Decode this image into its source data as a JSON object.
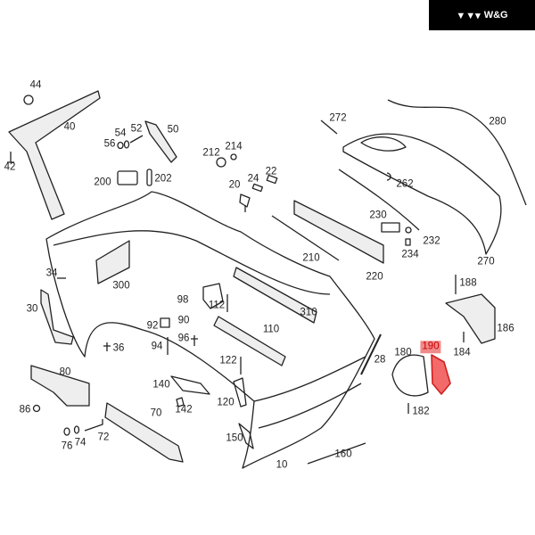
{
  "logo": {
    "icon": "triple-chevron-logo-icon",
    "text": "W&G"
  },
  "highlight_color": "#e03030",
  "highlighted_part": "190",
  "callouts": [
    {
      "id": "44"
    },
    {
      "id": "40"
    },
    {
      "id": "42"
    },
    {
      "id": "54"
    },
    {
      "id": "52"
    },
    {
      "id": "50"
    },
    {
      "id": "56"
    },
    {
      "id": "212"
    },
    {
      "id": "214"
    },
    {
      "id": "200"
    },
    {
      "id": "202"
    },
    {
      "id": "20"
    },
    {
      "id": "24"
    },
    {
      "id": "22"
    },
    {
      "id": "272"
    },
    {
      "id": "280"
    },
    {
      "id": "262"
    },
    {
      "id": "230"
    },
    {
      "id": "232"
    },
    {
      "id": "234"
    },
    {
      "id": "210"
    },
    {
      "id": "220"
    },
    {
      "id": "270"
    },
    {
      "id": "188"
    },
    {
      "id": "34"
    },
    {
      "id": "300"
    },
    {
      "id": "98"
    },
    {
      "id": "112"
    },
    {
      "id": "310"
    },
    {
      "id": "30"
    },
    {
      "id": "92"
    },
    {
      "id": "90"
    },
    {
      "id": "110"
    },
    {
      "id": "186"
    },
    {
      "id": "36"
    },
    {
      "id": "94"
    },
    {
      "id": "96"
    },
    {
      "id": "184"
    },
    {
      "id": "190"
    },
    {
      "id": "180"
    },
    {
      "id": "28"
    },
    {
      "id": "122"
    },
    {
      "id": "80"
    },
    {
      "id": "140"
    },
    {
      "id": "142"
    },
    {
      "id": "120"
    },
    {
      "id": "86"
    },
    {
      "id": "70"
    },
    {
      "id": "182"
    },
    {
      "id": "72"
    },
    {
      "id": "76"
    },
    {
      "id": "74"
    },
    {
      "id": "150"
    },
    {
      "id": "160"
    },
    {
      "id": "10"
    }
  ]
}
